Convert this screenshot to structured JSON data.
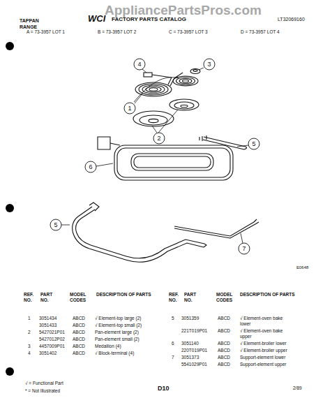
{
  "diagram": {
    "labels": [
      "AppliancePartsPros.com",
      "TAPPAN",
      "RANGE",
      "WCI",
      "FACTORY PARTS CATALOG",
      "LT32069160",
      "A = 73-3957 LOT 1",
      "B = 73-3957 LOT 2",
      "C = 73-3957 LOT 3",
      "D = 73-3957 LOT 4",
      "4",
      "3",
      "1",
      "2",
      "6",
      "5",
      "5",
      "7",
      "E0648",
      "REF. NO.",
      "PART NO.",
      "MODEL CODES",
      "DESCRIPTION OF PARTS",
      "REF. NO.",
      "PART NO.",
      "MODEL CODES",
      "DESCRIPTION OF PARTS",
      "1",
      "3051434",
      "ABCD",
      "√ Element-top large (2)",
      "3051433",
      "ABCD",
      "√ Element-top small (2)",
      "2",
      "5427021P01",
      "ABCD",
      "Pan-element large (2)",
      "5427012P02",
      "ABCD",
      "Pan-element small (2)",
      "3",
      "4457009P01",
      "ABCD",
      "Medallion (4)",
      "4",
      "3051402",
      "ABCD",
      "√ Block-terminal (4)",
      "5",
      "3051359",
      "ABCD",
      "√ Element-oven bake lower",
      "221T019P01",
      "ABCD",
      "√ Element-oven bake upper",
      "6",
      "3051140",
      "ABCD",
      "√ Element-broiler lower",
      "220T019P01",
      "ABCD",
      "√ Element-broiler upper",
      "7",
      "3051373",
      "ABCD",
      "Support-element lower",
      "5541029P01",
      "ABCD",
      "Support-element upper",
      "√ = Functional Part",
      "* = Not Illustrated",
      "D10",
      "2/89"
    ]
  }
}
